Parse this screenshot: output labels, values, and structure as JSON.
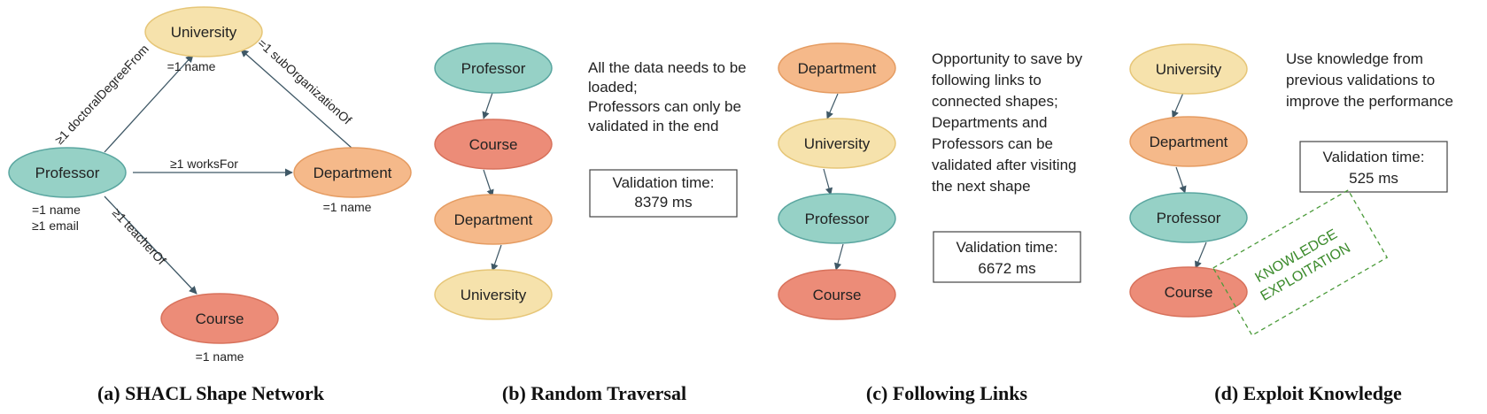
{
  "colors": {
    "professor": "#96d1c6",
    "university": "#f6e2ac",
    "department": "#f5b98a",
    "course": "#ec8c78",
    "stroke_professor": "#5aa6a0",
    "stroke_university": "#e6c678",
    "stroke_department": "#e59c62",
    "stroke_course": "#d8725c",
    "edge": "#3f5866",
    "knowledge": "#4b9b3a"
  },
  "panel_a": {
    "caption": "(a) SHACL Shape Network",
    "nodes": {
      "university": "University",
      "professor": "Professor",
      "department": "Department",
      "course": "Course"
    },
    "edges": {
      "doctoral": "≥1 doctoralDegreeFrom",
      "suborg": "=1 subOrganizationOf",
      "worksfor": "≥1 worksFor",
      "teacher": "≥1 teacherOf"
    },
    "constraints": {
      "university": "=1 name",
      "professor_1": "=1 name",
      "professor_2": "≥1 email",
      "department": "=1 name",
      "course": "=1 name"
    }
  },
  "panel_b": {
    "caption": "(b) Random Traversal",
    "nodes": [
      "Professor",
      "Course",
      "Department",
      "University"
    ],
    "note": [
      "All the data needs to be",
      "loaded;",
      "Professors can only be",
      "validated in the end"
    ],
    "time_label": "Validation time:",
    "time_value": "8379 ms"
  },
  "panel_c": {
    "caption": "(c) Following Links",
    "nodes": [
      "Department",
      "University",
      "Professor",
      "Course"
    ],
    "note": [
      "Opportunity to save by",
      "following links to",
      "connected shapes;",
      "Departments and",
      "Professors can be",
      "validated after visiting",
      "the next shape"
    ],
    "time_label": "Validation time:",
    "time_value": "6672 ms"
  },
  "panel_d": {
    "caption": "(d) Exploit Knowledge",
    "nodes": [
      "University",
      "Department",
      "Professor",
      "Course"
    ],
    "note": [
      "Use knowledge from",
      "previous validations to",
      "improve the performance"
    ],
    "time_label": "Validation time:",
    "time_value": "525 ms",
    "knowledge": [
      "KNOWLEDGE",
      "EXPLOITATION"
    ]
  }
}
